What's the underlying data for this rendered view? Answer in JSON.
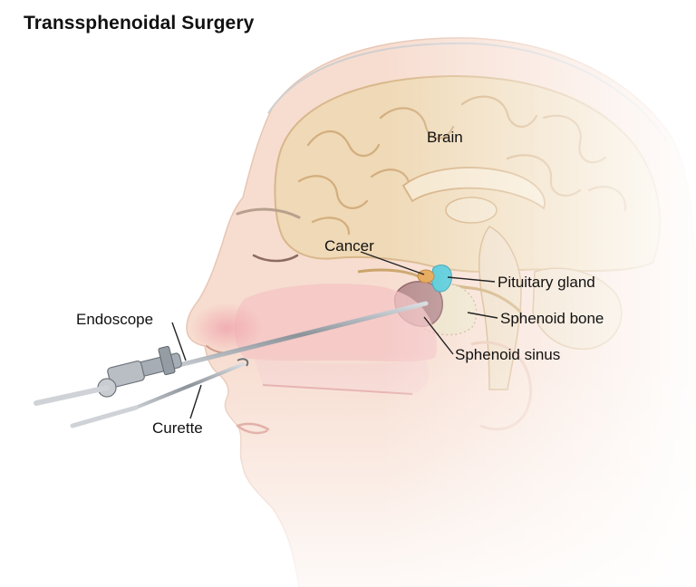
{
  "title": "Transsphenoidal Surgery",
  "labels": {
    "brain": "Brain",
    "cancer": "Cancer",
    "pituitary_gland": "Pituitary gland",
    "sphenoid_bone": "Sphenoid bone",
    "sphenoid_sinus": "Sphenoid sinus",
    "endoscope": "Endoscope",
    "curette": "Curette"
  },
  "colors": {
    "skin": "#f6dccd",
    "skin_shadow": "#eec5b2",
    "brain": "#efd9b6",
    "brain_fold": "#d9b98f",
    "nasal_passage": "#f3b7bc",
    "pituitary": "#48c6d6",
    "tumor": "#e3a04a",
    "instrument": "#9aa0a8"
  }
}
